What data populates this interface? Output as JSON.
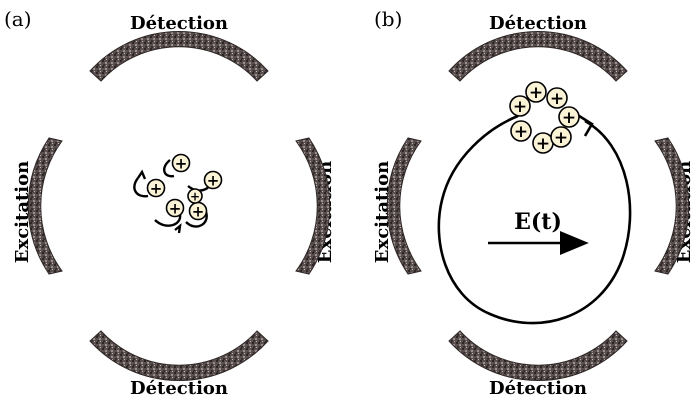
{
  "figure": {
    "panels": [
      {
        "id": "a",
        "label": "(a)",
        "detection_top": "Détection",
        "detection_bottom": "Détection",
        "excitation_left": "Excitation",
        "excitation_right": "Excitation",
        "ions": [
          {
            "sign": "+"
          },
          {
            "sign": "+"
          },
          {
            "sign": "+"
          },
          {
            "sign": "+"
          },
          {
            "sign": "+"
          },
          {
            "sign": "+"
          }
        ]
      },
      {
        "id": "b",
        "label": "(b)",
        "detection_top": "Détection",
        "detection_bottom": "Détection",
        "excitation_left": "Excitation",
        "excitation_right": "Excitation",
        "field_label": "E(t)",
        "ions": [
          {
            "sign": "+"
          },
          {
            "sign": "+"
          },
          {
            "sign": "+"
          },
          {
            "sign": "+"
          },
          {
            "sign": "+"
          },
          {
            "sign": "+"
          },
          {
            "sign": "+"
          }
        ]
      }
    ],
    "colors": {
      "plate_dark": "#3e3535",
      "plate_mid": "#7a6e6e",
      "ion_fill": "#fbf3d6",
      "ink": "#000000"
    }
  }
}
